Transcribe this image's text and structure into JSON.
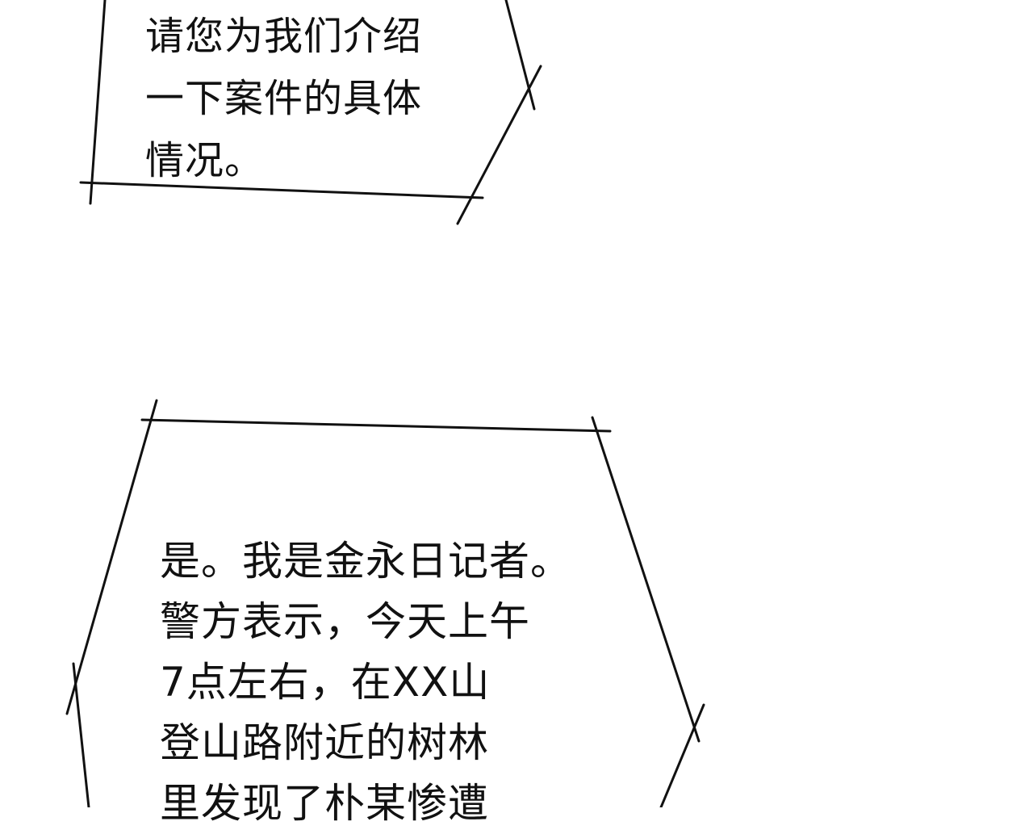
{
  "bubbles": [
    {
      "lines": [
        "请您为我们介绍",
        "一下案件的具体",
        "情况。"
      ]
    },
    {
      "lines": [
        "是。我是金永日记者。",
        "警方表示，今天上午",
        "7点左右，在XX山",
        "登山路附近的树林",
        "里发现了朴某惨遭"
      ]
    }
  ],
  "colors": {
    "background": "#ffffff",
    "ink": "#111111"
  }
}
